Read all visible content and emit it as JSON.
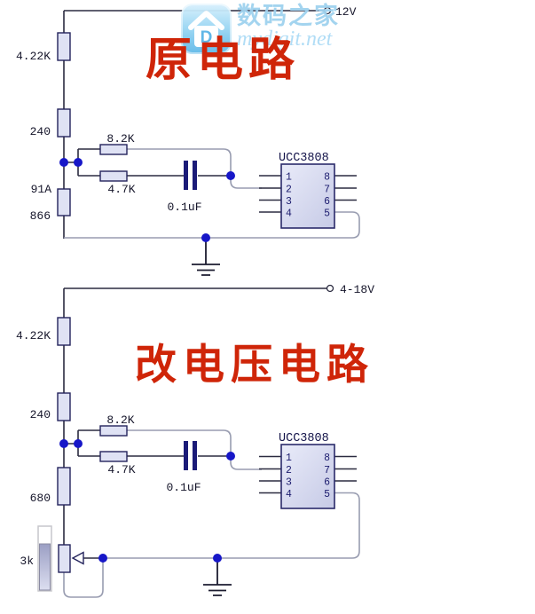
{
  "watermark": {
    "site_name": "数码之家",
    "site_url": "mydigit.net",
    "logo_letter": "D"
  },
  "top_circuit": {
    "title": "原电路",
    "supply_label": "12V",
    "labels": {
      "r1": "4.22K",
      "r2": "240",
      "r3_line1": "91A",
      "r3_line2": "866",
      "r4": "8.2K",
      "r5": "4.7K",
      "cap": "0.1uF"
    },
    "ic": {
      "name": "UCC3808",
      "pins_left": [
        "1",
        "2",
        "3",
        "4"
      ],
      "pins_right": [
        "8",
        "7",
        "6",
        "5"
      ]
    }
  },
  "bottom_circuit": {
    "title": "改电压电路",
    "supply_label": "4-18V",
    "labels": {
      "r1": "4.22K",
      "r2": "240",
      "r3": "680",
      "pot": "3k",
      "r4": "8.2K",
      "r5": "4.7K",
      "cap": "0.1uF"
    },
    "ic": {
      "name": "UCC3808",
      "pins_left": [
        "1",
        "2",
        "3",
        "4"
      ],
      "pins_right": [
        "8",
        "7",
        "6",
        "5"
      ]
    }
  },
  "colors": {
    "title_red": "#cf2508",
    "watermark_blue": "#9fd2ef",
    "wire_dark": "#2b2b40",
    "wire_gray": "#989cb0",
    "junction_blue": "#1717c8",
    "resistor_fill": "#dfe2f4",
    "ic_fill": "#d8dbf0",
    "component_border": "#23235c"
  }
}
